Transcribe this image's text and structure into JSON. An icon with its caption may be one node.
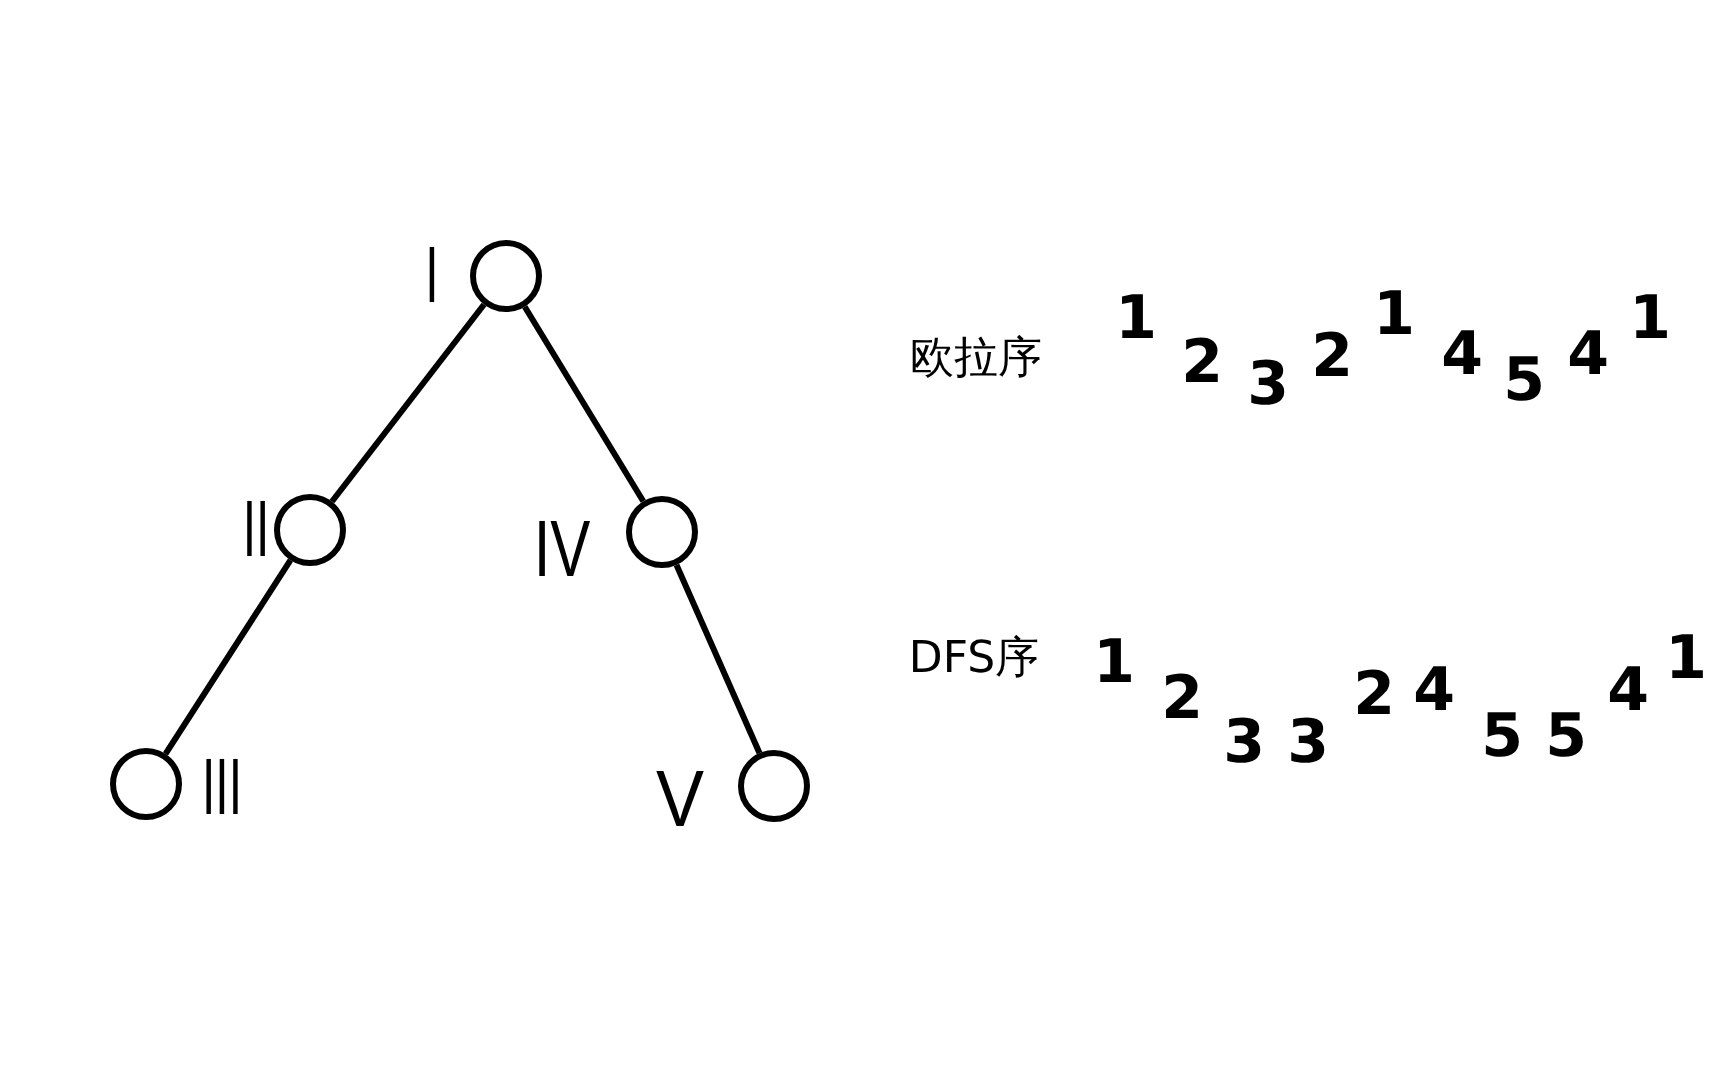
{
  "diagram": {
    "nodes": [
      {
        "text": [],
        "shape": "circle",
        "beside": [
          "I"
        ]
      },
      {
        "text": [],
        "shape": "circle",
        "beside": [
          "II"
        ]
      },
      {
        "text": [],
        "shape": "circle",
        "beside": [
          "III"
        ]
      },
      {
        "text": [],
        "shape": "circle",
        "beside": [
          "IV"
        ]
      },
      {
        "text": [],
        "shape": "circle",
        "beside": [
          "V"
        ]
      }
    ],
    "edges": [
      {
        "from": 0,
        "to": 1,
        "arrow": "none"
      },
      {
        "from": 1,
        "to": 2,
        "arrow": "none"
      },
      {
        "from": 0,
        "to": 3,
        "arrow": "none"
      },
      {
        "from": 3,
        "to": 4,
        "arrow": "none"
      }
    ],
    "labels": [
      "欧拉序",
      "1",
      "2",
      "3",
      "2",
      "1",
      "4",
      "5",
      "4",
      "1",
      "DFS序",
      "1",
      "2",
      "3",
      "3",
      "2",
      "4",
      "5",
      "5",
      "4",
      "1"
    ]
  }
}
